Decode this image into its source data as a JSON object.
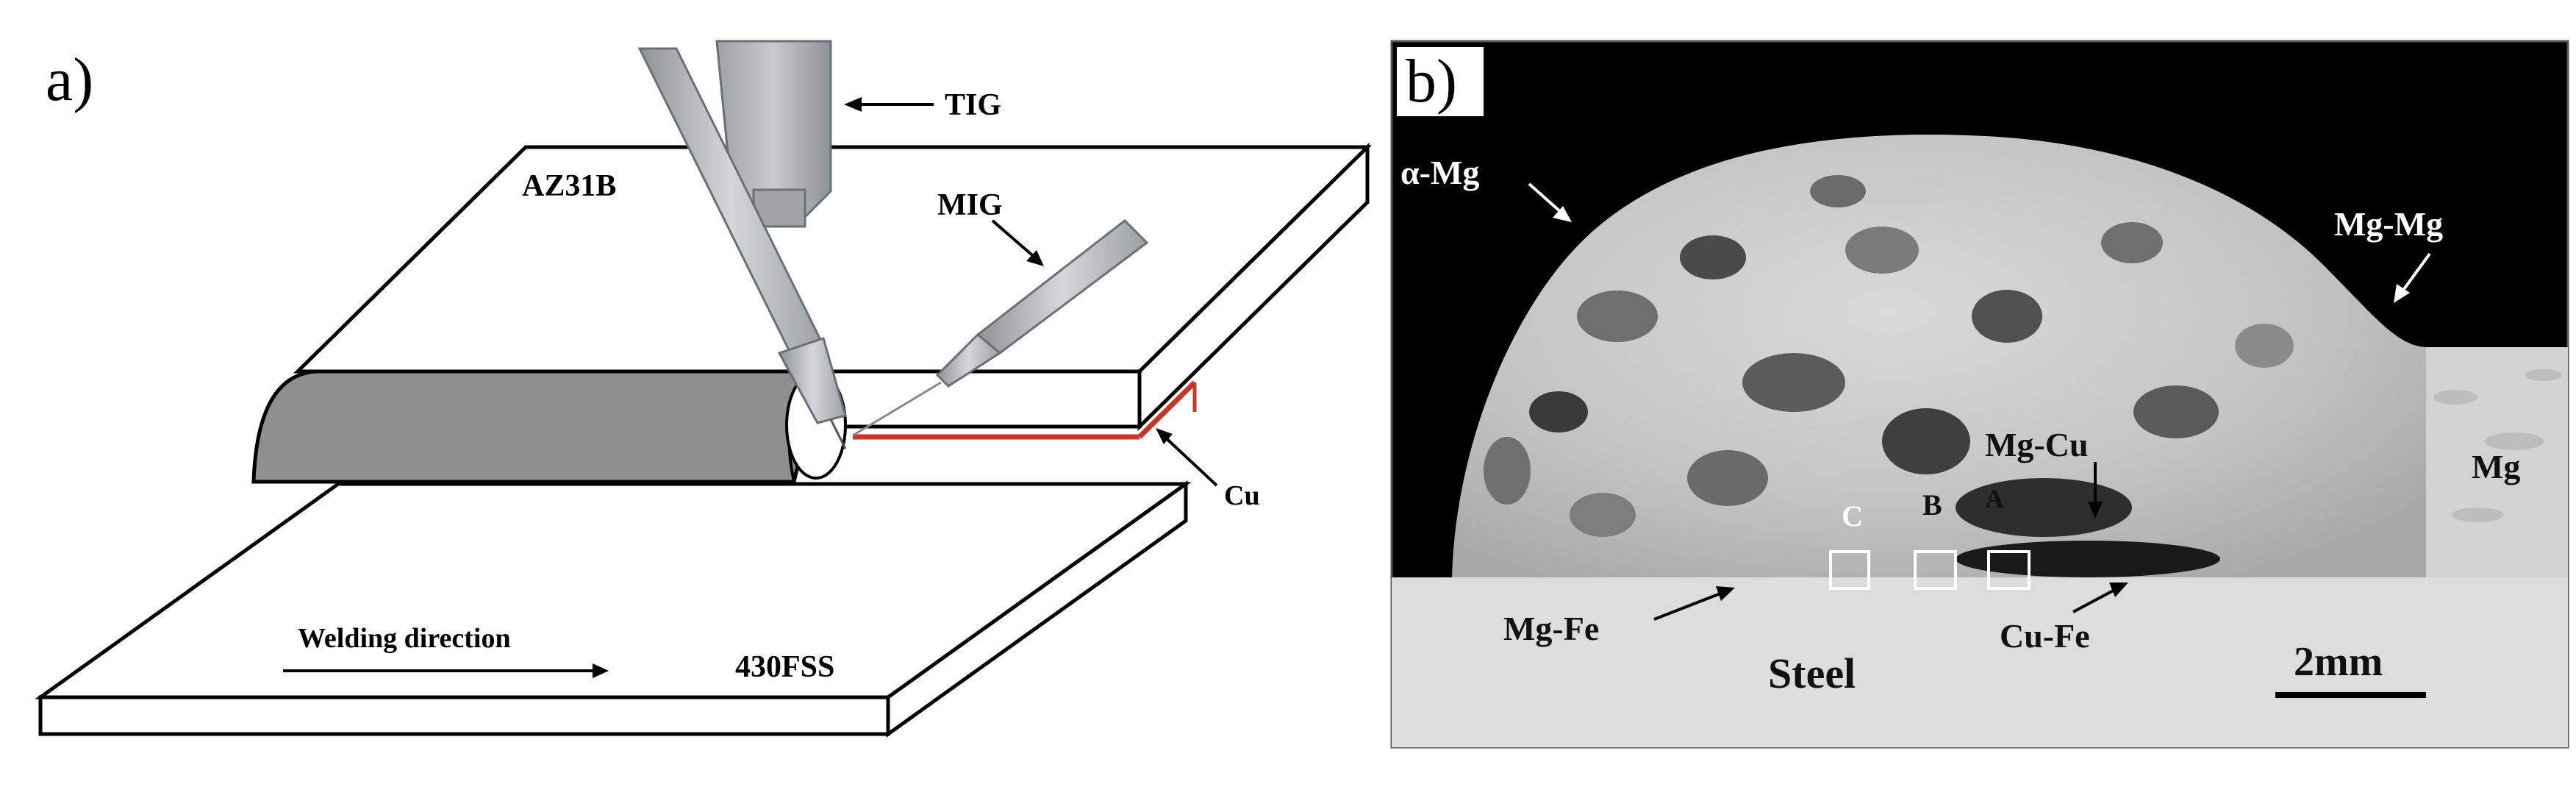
{
  "panel_a": {
    "letter": "a)",
    "labels": {
      "tig": "TIG",
      "mig": "MIG",
      "top_plate": "AZ31B",
      "bottom_plate": "430FSS",
      "interlayer": "Cu",
      "direction": "Welding direction"
    }
  },
  "panel_b": {
    "letter": "b)",
    "labels": {
      "alpha_mg": "α-Mg",
      "mg_mg": "Mg-Mg",
      "mg_cu": "Mg-Cu",
      "mg": "Mg",
      "mg_fe": "Mg-Fe",
      "cu_fe": "Cu-Fe",
      "steel": "Steel",
      "scale": "2mm",
      "point_a": "A",
      "point_b": "B",
      "point_c": "C"
    }
  },
  "colors": {
    "weld_bead": "#8f8f8f",
    "torch_gray": "#b4b8bc",
    "copper_line": "#c0392b",
    "micrograph_bg": "#000000",
    "steel": "#dcdcdc"
  }
}
